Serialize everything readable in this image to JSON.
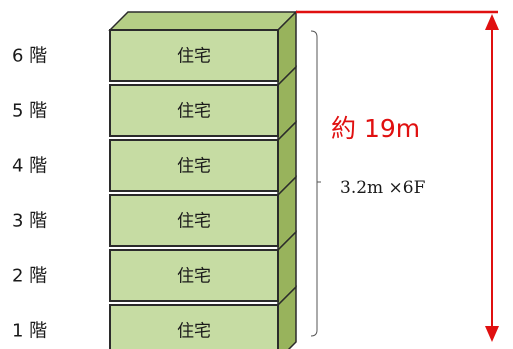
{
  "colors": {
    "floor_fill": "#c6dca3",
    "floor_side": "#98b35c",
    "floor_top": "#b5cf86",
    "outline": "#2b2b2b",
    "dimension_line": "#e01010"
  },
  "floors": [
    {
      "floor": "6 階",
      "use": "住宅"
    },
    {
      "floor": "5 階",
      "use": "住宅"
    },
    {
      "floor": "4 階",
      "use": "住宅"
    },
    {
      "floor": "3 階",
      "use": "住宅"
    },
    {
      "floor": "2 階",
      "use": "住宅"
    },
    {
      "floor": "1 階",
      "use": "住宅"
    }
  ],
  "height_label": "約 19m",
  "height_calc": "3.2m ×6F"
}
